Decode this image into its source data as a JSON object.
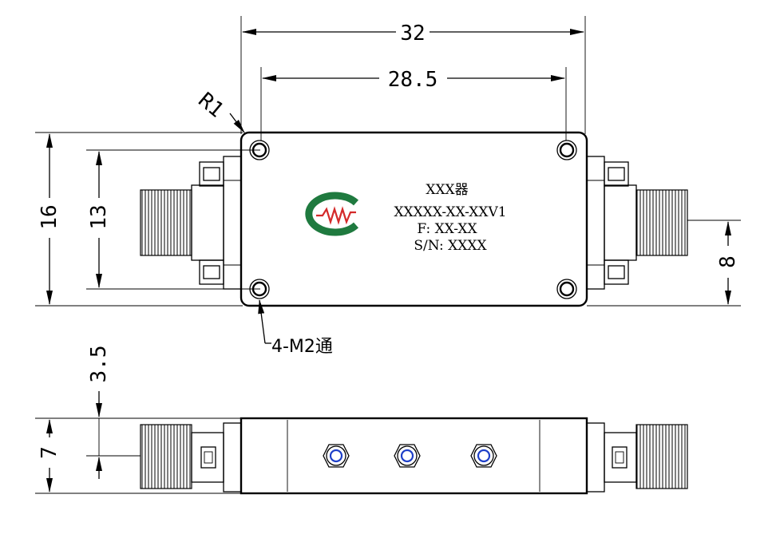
{
  "dimensions": {
    "overall_length": "32",
    "hole_spacing_length": "28.5",
    "corner_radius": "R1",
    "overall_height": "16",
    "hole_spacing_height": "13",
    "connector_offset": "8",
    "side_offset": "3.5",
    "side_height": "7"
  },
  "note": {
    "mounting_holes": "4-M2通"
  },
  "label": {
    "name": "XXX器",
    "model": "XXXXX-XX-XXV1",
    "frequency": "F: XX-XX",
    "serial": "S/N: XXXX"
  },
  "colors": {
    "line": "#000000",
    "logo_green": "#1f7a3f",
    "logo_red": "#d42a2a",
    "port_blue": "#1e3fc8"
  },
  "icons": {
    "logo": "company-logo-icon"
  }
}
